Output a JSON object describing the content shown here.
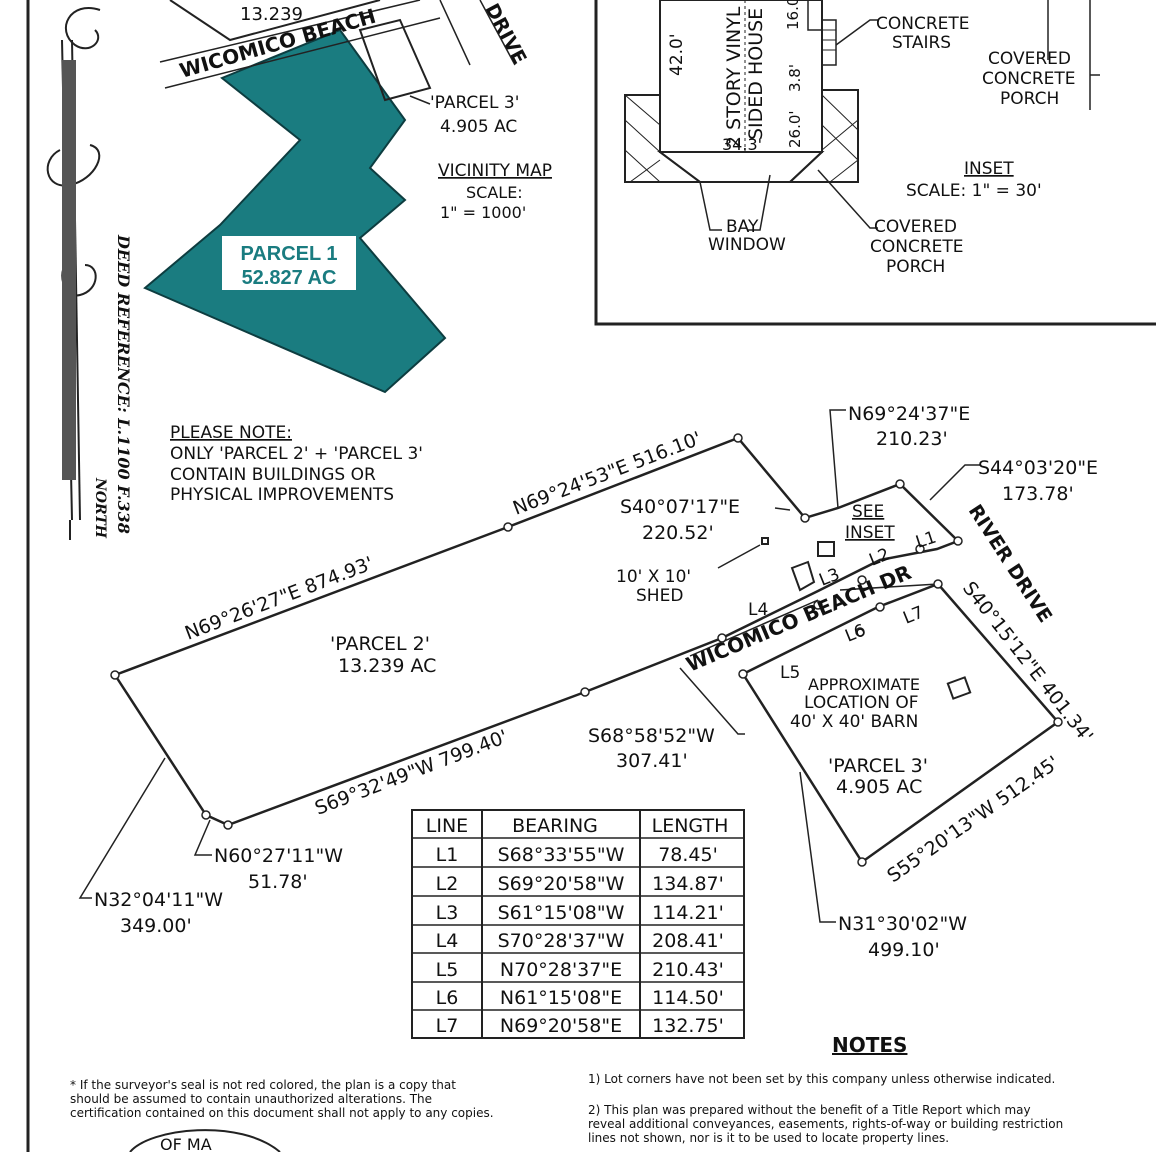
{
  "vicinity": {
    "parcel2_partial": "13.239",
    "road_label": "WICOMICO BEACH",
    "river_drive": "DRIVE",
    "parcel3_name": "'PARCEL 3'",
    "parcel3_area": "4.905 AC",
    "title": "VICINITY MAP",
    "scale_label": "SCALE:",
    "scale_value": "1\" = 1000'",
    "parcel1_name": "PARCEL 1",
    "parcel1_area": "52.827 AC",
    "parcel1_color": "#1a7c80"
  },
  "deed_ref": {
    "text": "DEED REFERENCE: L.1100   F.338",
    "north": "NORTH"
  },
  "inset": {
    "title": "INSET",
    "scale": "SCALE: 1\" = 30'",
    "house_lines": [
      "2 STORY VINYL",
      "SIDED HOUSE"
    ],
    "dim_42": "42.0'",
    "dim_16": "16.0",
    "dim_38": "3.8'",
    "dim_26": "26.0'",
    "dim_343": "34.3'",
    "stairs": [
      "CONCRETE",
      "STAIRS"
    ],
    "porch_top": [
      "COVERED",
      "CONCRETE",
      "PORCH"
    ],
    "bay": [
      "BAY",
      "WINDOW"
    ],
    "porch_bottom": [
      "COVERED",
      "CONCRETE",
      "PORCH"
    ]
  },
  "note": {
    "title": "PLEASE NOTE:",
    "lines": [
      "ONLY 'PARCEL 2' + 'PARCEL 3'",
      "CONTAIN BUILDINGS OR",
      "PHYSICAL IMPROVEMENTS"
    ]
  },
  "plat": {
    "bearing_n692437": "N69°24'37\"E",
    "dist_21023": "210.23'",
    "bearing_s440320": "S44°03'20\"E",
    "dist_17378": "173.78'",
    "bearing_n692453": "N69°24'53\"E 516.10'",
    "bearing_s400717": "S40°07'17\"E",
    "dist_22052": "220.52'",
    "see": "SEE",
    "inset_ref": "INSET",
    "river_drive": "RIVER DRIVE",
    "shed": [
      "10' X 10'",
      "SHED"
    ],
    "bearing_n692627": "N69°26'27\"E 874.93'",
    "road_label": "WICOMICO BEACH DR",
    "parcel2_name": "'PARCEL 2'",
    "parcel2_area": "13.239 AC",
    "bearing_s401512": "S40°15'12\"E 401.34'",
    "barn": [
      "APPROXIMATE",
      "LOCATION OF",
      "40' X 40' BARN"
    ],
    "parcel3_name": "'PARCEL 3'",
    "parcel3_area": "4.905 AC",
    "bearing_s685852": "S68°58'52\"W",
    "dist_30741": "307.41'",
    "bearing_s693249": "S69°32'49\"W 799.40'",
    "bearing_s552013": "S55°20'13\"W 512.45'",
    "bearing_n602711": "N60°27'11\"W",
    "dist_5178": "51.78'",
    "bearing_n320411": "N32°04'11\"W",
    "dist_34900": "349.00'",
    "bearing_n313002": "N31°30'02\"W",
    "dist_49910": "499.10'",
    "line_labels": [
      "L1",
      "L2",
      "L3",
      "L4",
      "L5",
      "L6",
      "L7"
    ]
  },
  "line_table": {
    "headers": [
      "LINE",
      "BEARING",
      "LENGTH"
    ],
    "rows": [
      [
        "L1",
        "S68°33'55\"W",
        "78.45'"
      ],
      [
        "L2",
        "S69°20'58\"W",
        "134.87'"
      ],
      [
        "L3",
        "S61°15'08\"W",
        "114.21'"
      ],
      [
        "L4",
        "S70°28'37\"W",
        "208.41'"
      ],
      [
        "L5",
        "N70°28'37\"E",
        "210.43'"
      ],
      [
        "L6",
        "N61°15'08\"E",
        "114.50'"
      ],
      [
        "L7",
        "N69°20'58\"E",
        "132.75'"
      ]
    ]
  },
  "notes": {
    "title": "NOTES",
    "items": [
      "1) Lot corners have not been set by this company unless otherwise indicated.",
      "2) This plan was prepared without the benefit of a Title Report which may",
      "reveal additional conveyances, easements, rights-of-way or building restriction",
      "lines not shown, nor is it to be used to locate property lines."
    ]
  },
  "seal_note": [
    "* If the surveyor's seal is not red colored, the plan is a copy that",
    "should be assumed to contain unauthorized alterations.  The",
    "certification contained on this document shall not apply to any copies."
  ],
  "seal_text": "OF MA"
}
